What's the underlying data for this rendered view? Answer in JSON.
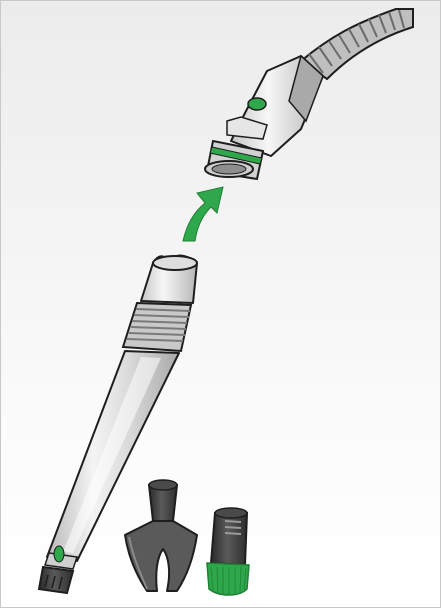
{
  "illustration": {
    "parts": [
      "hose-handle",
      "telescopic-tube",
      "crevice-nozzle",
      "dusting-brush"
    ],
    "colors": {
      "accent_green": "#2ea84a",
      "dark_part": "#3a3a3a",
      "tube_gray": "#d9d9d9",
      "outline": "#1e1e1e"
    }
  }
}
